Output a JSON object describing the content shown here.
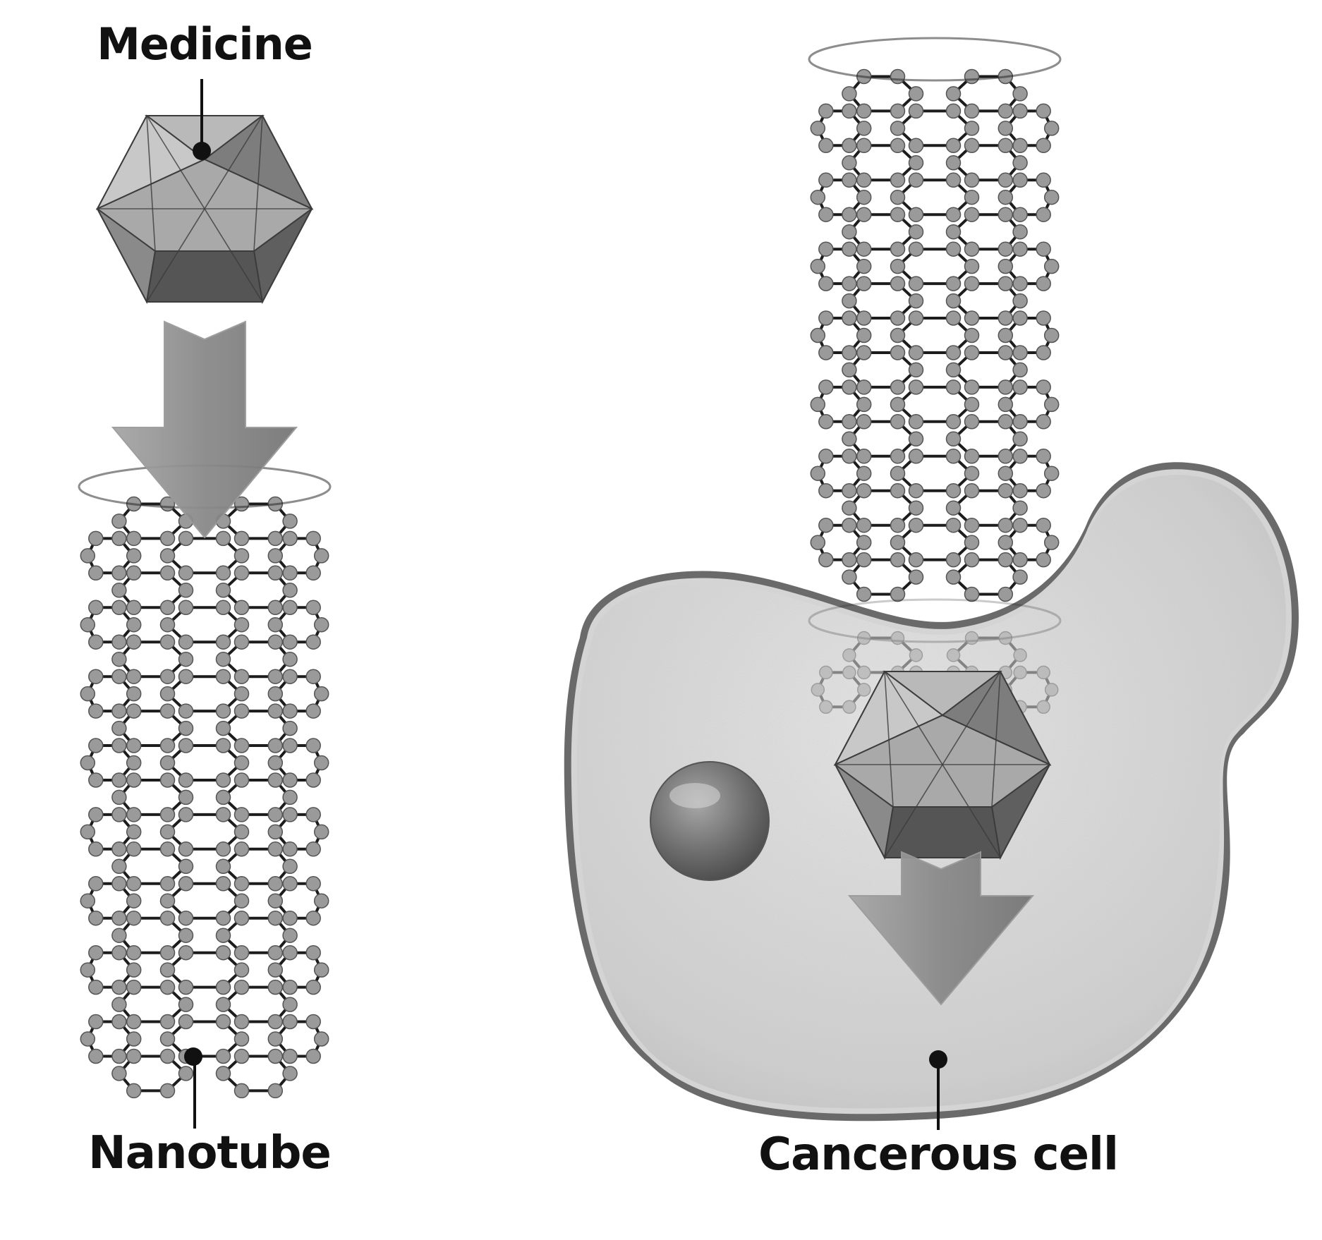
{
  "labels": {
    "medicine": "Medicine",
    "nanotube": "Nanotube",
    "cancerous_cell": "Cancerous cell"
  },
  "colors": {
    "bond": "#1c1c1c",
    "atom": "#9a9a9a",
    "arrow": "#8c8c8c",
    "crystal": "#7f7f7f",
    "cell_fill": "#cfcfcf",
    "cell_border": "#6a6a6a",
    "nucleus": "#6d6d6d"
  }
}
